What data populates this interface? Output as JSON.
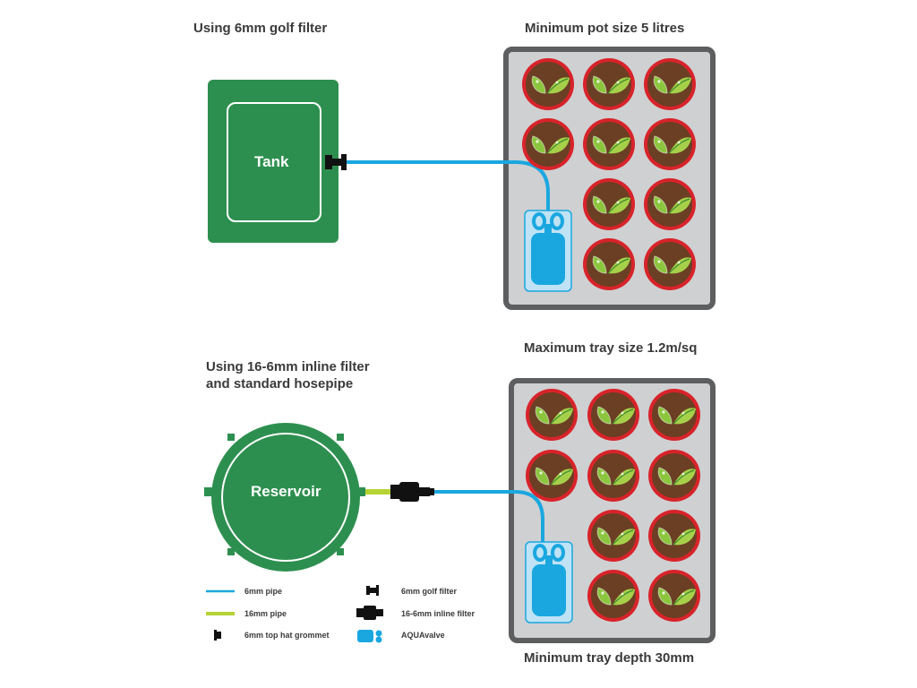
{
  "headings": {
    "top_left": "Using 6mm golf filter",
    "top_right": "Minimum pot size 5 litres",
    "bottom_right_top": "Maximum tray size 1.2m/sq",
    "bottom_left_line1": "Using 16-6mm inline filter",
    "bottom_left_line2": "and standard hosepipe",
    "bottom_right_bottom": "Minimum tray depth 30mm"
  },
  "tank": {
    "label": "Tank"
  },
  "reservoir": {
    "label": "Reservoir"
  },
  "legend": [
    {
      "label": "6mm pipe",
      "icon": "blue-pipe-line"
    },
    {
      "label": "16mm pipe",
      "icon": "green-pipe-line"
    },
    {
      "label": "6mm top hat grommet",
      "icon": "grommet-icon"
    },
    {
      "label": "6mm golf filter",
      "icon": "golf-filter-icon"
    },
    {
      "label": "16-6mm inline filter",
      "icon": "inline-filter-icon"
    },
    {
      "label": "AQUAvalve",
      "icon": "aquavalve-icon"
    }
  ],
  "colors": {
    "green": "#2d8f4f",
    "pipe_blue": "#1aa7e0",
    "pipe_green": "#b5d335",
    "pot_red": "#d8232a",
    "soil": "#6b3f24",
    "tray_fill": "#cfd0d2",
    "tray_border": "#5d5e60",
    "valve_blue": "#1aa7e0"
  }
}
